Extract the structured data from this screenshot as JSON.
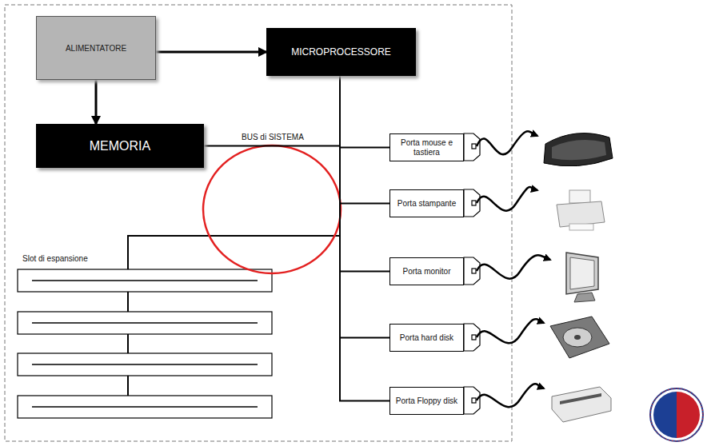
{
  "diagram": {
    "nodes": [
      {
        "text": [
          "ALIMENTATORE"
        ]
      },
      {
        "text": [
          "MICROPROCESSORE"
        ]
      },
      {
        "text": [
          "MEMORIA"
        ]
      },
      {
        "text": [
          "Porta mouse e tastiera"
        ]
      },
      {
        "text": [
          "Porta stampante"
        ]
      },
      {
        "text": [
          "Porta monitor"
        ]
      },
      {
        "text": [
          "Porta hard disk"
        ]
      },
      {
        "text": [
          "Porta Floppy disk"
        ]
      }
    ],
    "edges": [
      {
        "from": 0,
        "to": 1,
        "arrow": "to"
      },
      {
        "from": 0,
        "to": 2,
        "arrow": "to"
      },
      {
        "from": 1,
        "to": 2,
        "arrow": "none"
      },
      {
        "from": 1,
        "to": 3,
        "arrow": "none"
      },
      {
        "from": 1,
        "to": 4,
        "arrow": "none"
      },
      {
        "from": 1,
        "to": 5,
        "arrow": "none"
      },
      {
        "from": 1,
        "to": 6,
        "arrow": "none"
      },
      {
        "from": 1,
        "to": 7,
        "arrow": "none"
      }
    ],
    "labels": [
      "BUS di SISTEMA",
      "Slot di espansione"
    ]
  }
}
